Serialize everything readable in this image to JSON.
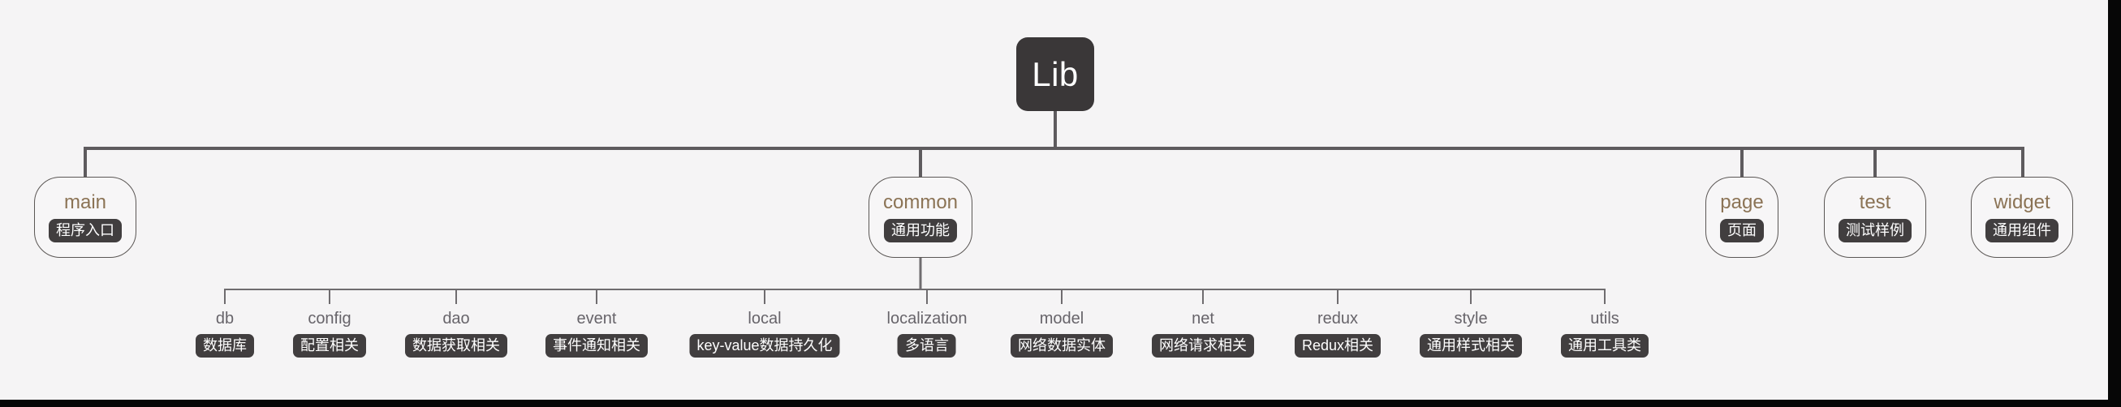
{
  "page": {
    "background": "#f5f4f5",
    "edge_bar_color": "#060606"
  },
  "colors": {
    "root_bg": "#3a3738",
    "root_text": "#ffffff",
    "node_bg": "#f7f6f7",
    "node_border": "#5b5755",
    "node_title": "#8b7355",
    "badge_bg": "#413e3f",
    "badge_text": "#ffffff",
    "connector_l1": "#5e5b5e",
    "connector_l2": "#6f6c6f",
    "child_title": "#67646a"
  },
  "tree": {
    "root": {
      "label": "Lib"
    },
    "level1": [
      {
        "label": "main",
        "badge": "程序入口"
      },
      {
        "label": "common",
        "badge": "通用功能"
      },
      {
        "label": "page",
        "badge": "页面"
      },
      {
        "label": "test",
        "badge": "测试样例"
      },
      {
        "label": "widget",
        "badge": "通用组件"
      }
    ],
    "level2_parent": "common",
    "level2": [
      {
        "label": "db",
        "badge": "数据库"
      },
      {
        "label": "config",
        "badge": "配置相关"
      },
      {
        "label": "dao",
        "badge": "数据获取相关"
      },
      {
        "label": "event",
        "badge": "事件通知相关"
      },
      {
        "label": "local",
        "badge": "key-value数据持久化"
      },
      {
        "label": "localization",
        "badge": "多语言"
      },
      {
        "label": "model",
        "badge": "网络数据实体"
      },
      {
        "label": "net",
        "badge": "网络请求相关"
      },
      {
        "label": "redux",
        "badge": "Redux相关"
      },
      {
        "label": "style",
        "badge": "通用样式相关"
      },
      {
        "label": "utils",
        "badge": "通用工具类"
      }
    ]
  }
}
